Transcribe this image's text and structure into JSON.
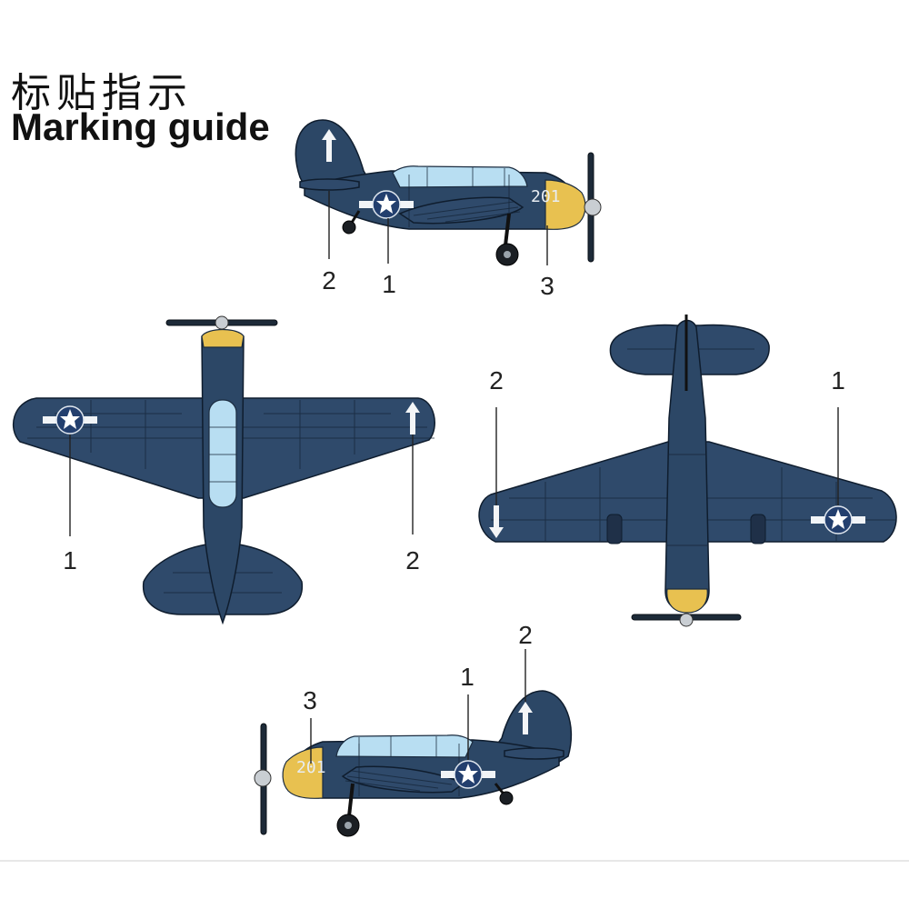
{
  "title": {
    "chinese": "标贴指示",
    "english": "Marking guide"
  },
  "views": [
    {
      "name": "left-side-view",
      "callouts": [
        "2",
        "1",
        "3"
      ],
      "marking_number": "201"
    },
    {
      "name": "top-view",
      "callouts": [
        "1",
        "2"
      ]
    },
    {
      "name": "bottom-view",
      "callouts": [
        "2",
        "1"
      ]
    },
    {
      "name": "right-side-view",
      "callouts": [
        "3",
        "1",
        "2"
      ],
      "marking_number": "201"
    }
  ],
  "colors": {
    "aircraft_blue": "#2c4766",
    "cowling_yellow": "#e8c150",
    "canopy_glass": "#b8def2",
    "insignia_white": "#ffffff"
  }
}
